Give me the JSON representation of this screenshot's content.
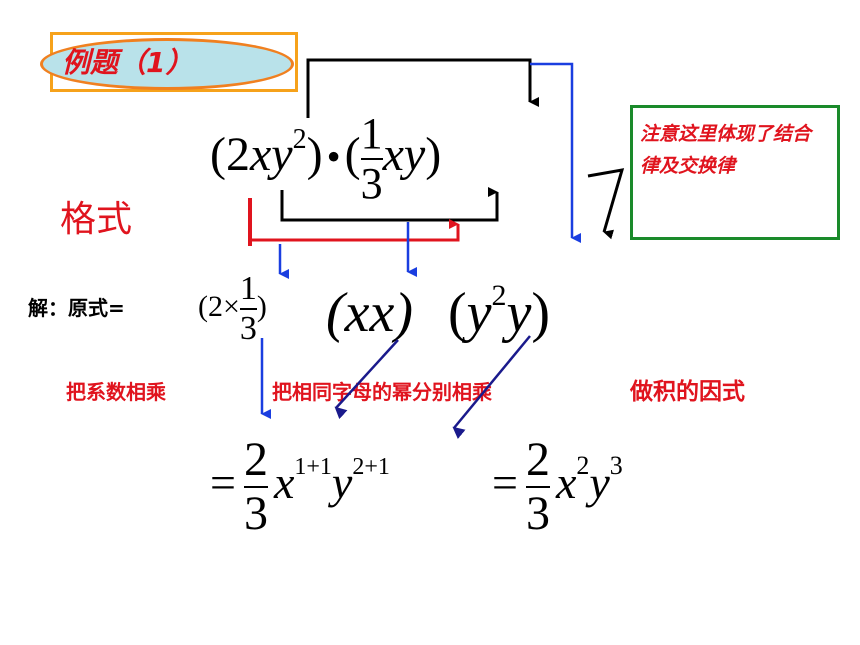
{
  "title": {
    "text": "例题（1）"
  },
  "expression": {
    "lp1": "(",
    "coef": "2",
    "var_xy": "xy",
    "exp2": "2",
    "rp1": ")",
    "dot": "•",
    "lp2": "(",
    "frac_num": "1",
    "frac_den": "3",
    "var_xy2": "xy",
    "rp2": ")"
  },
  "note": {
    "text": "注意这里体现了结合律及交换律"
  },
  "format_label": "格式",
  "solution": {
    "label": "解：原式=",
    "step1": {
      "lp": "(",
      "two": "2",
      "times": "×",
      "frac_num": "1",
      "frac_den": "3",
      "rp": ")",
      "xx": "(xx)",
      "lp_y": "(",
      "y1": "y",
      "y_exp": "2",
      "y2": "y",
      "rp_y": ")"
    },
    "hint_coef": "把系数相乘",
    "hint_letters": "把相同字母的幂分别相乘",
    "hint_factor": "做积的因式",
    "step2": {
      "eq": "=",
      "frac_num": "2",
      "frac_den": "3",
      "x": "x",
      "x_exp": "1+1",
      "y": "y",
      "y_exp": "2+1"
    },
    "step3": {
      "eq": "=",
      "frac_num": "2",
      "frac_den": "3",
      "x": "x",
      "x_exp": "2",
      "y": "y",
      "y_exp": "3"
    }
  },
  "colors": {
    "red": "#e0141e",
    "blue": "#1a3ee0",
    "navy": "#1a1a8c",
    "green": "#1a8a2a",
    "orange": "#f08020",
    "badge_fill": "#b9e2ea"
  }
}
